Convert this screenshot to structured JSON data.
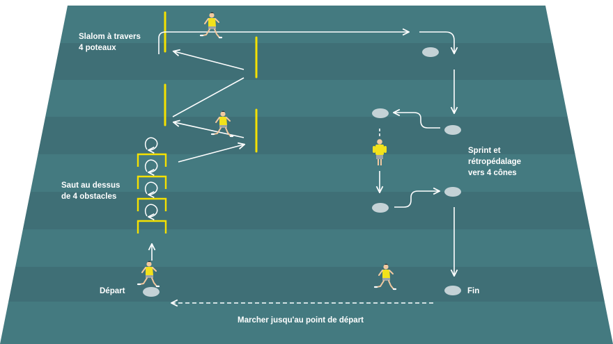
{
  "colors": {
    "field_light": "#447a80",
    "field_dark": "#3f6f76",
    "poles": "#f5e100",
    "runner_shirt": "#f2e21b",
    "cone": "#c4d2d6",
    "arrows": "#ffffff",
    "background": "#ffffff"
  },
  "labels": {
    "slalom": "Slalom à travers\n4 poteaux",
    "jump": "Saut au dessus\nde 4 obstacles",
    "start": "Départ",
    "sprint": "Sprint et\nrétropédalage\nvers 4 cônes",
    "finish": "Fin",
    "walk": "Marcher jusqu'au point de départ"
  },
  "icons": [
    "runner-icon",
    "cone-marker",
    "pole",
    "hurdle"
  ]
}
